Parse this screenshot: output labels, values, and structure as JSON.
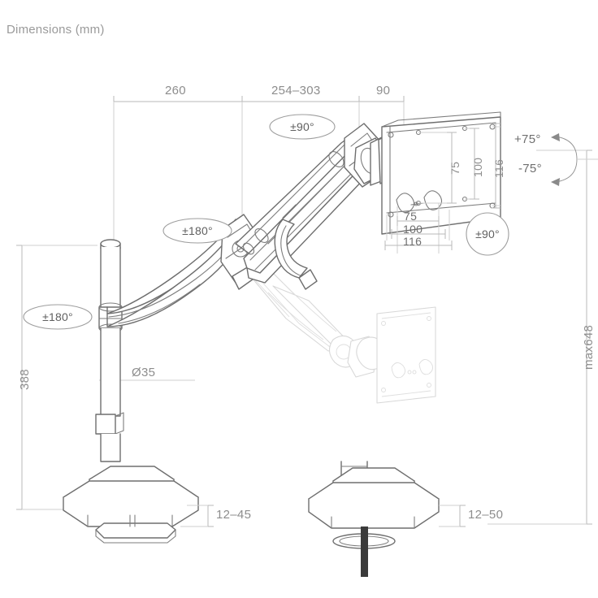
{
  "drawing": {
    "title": "Dimensions (mm)",
    "units": "mm",
    "type": "monitor-arm-technical-dimension-drawing"
  },
  "horizontal_dimensions": [
    {
      "name": "base-to-elbow",
      "label": "260"
    },
    {
      "name": "extension-range",
      "label": "254–303"
    },
    {
      "name": "head-offset",
      "label": "90"
    }
  ],
  "vertical_dimensions": [
    {
      "name": "pole-height",
      "label": "388"
    },
    {
      "name": "max-total-height",
      "label": "max648"
    }
  ],
  "vesa": {
    "vertical": [
      "75",
      "100",
      "116"
    ],
    "horizontal": [
      "75",
      "100",
      "116"
    ]
  },
  "pole": {
    "diameter_label": "Ø35"
  },
  "tilt": {
    "up": "+75°",
    "down": "-75°"
  },
  "rotation_callouts": [
    {
      "name": "arm-swivel",
      "label": "±90°"
    },
    {
      "name": "elbow-rotation",
      "label": "±180°"
    },
    {
      "name": "base-rotation",
      "label": "±180°"
    },
    {
      "name": "head-rotation",
      "label": "±90°"
    }
  ],
  "mounts": [
    {
      "name": "c-clamp",
      "thickness_label": "12–45"
    },
    {
      "name": "grommet",
      "thickness_label": "12–50"
    }
  ]
}
